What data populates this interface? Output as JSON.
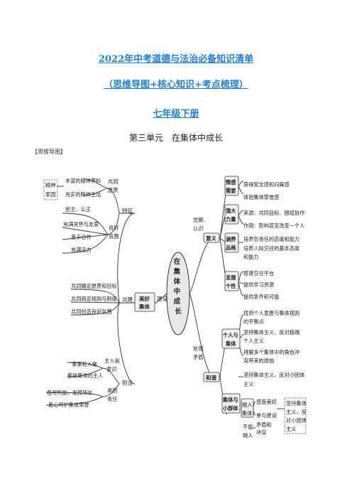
{
  "header": {
    "title_line1": "2022年中考道德与法治必备知识清单",
    "title_line2": "（思维导图+核心知识+考点梳理）",
    "grade": "七年级下册",
    "unit": "第三单元　在集体中成长",
    "section_label": "【思维导图】"
  },
  "mindmap": {
    "center": "在集体中成长",
    "left": {
      "spirit_box": [
        "精神",
        "家园"
      ],
      "spirit_items": [
        "丰富的精神养料",
        "充实的精神生活"
      ],
      "vision": [
        "共同",
        "愿景"
      ],
      "good_atmosphere": [
        "良好",
        "氛围"
      ],
      "atmosphere_items": [
        "民主、公正",
        "充满关怀与友爱",
        "善于合作",
        "充满活力"
      ],
      "feature": "特征",
      "build_items": [
        "共同确定愿景和目标",
        "共同商定规则与制度",
        "共同创造良好氛围"
      ],
      "build": "共建",
      "beautiful_group": [
        "美好",
        "集体"
      ],
      "construct": "建设",
      "master": [
        "主人翁",
        "意识"
      ],
      "master_items": [
        "事事有人做",
        "都是集体的主人"
      ],
      "responsibility": [
        "承担",
        "责任"
      ],
      "responsibility_items": [
        "各尽所能，发挥所长",
        "悉心呵护集体荣誉"
      ],
      "undertake": "担当"
    },
    "right": {
      "understand": [
        "觉察、",
        "认识"
      ],
      "meaning": "意义",
      "emotion": [
        "情感",
        "需要"
      ],
      "emotion_items": [
        "获得安全感和归属感",
        "体验集体荣誉感"
      ],
      "power": [
        "强大",
        "力量"
      ],
      "power_items": [
        "来源：共同目标、团结协作",
        "作用：影响甚至改变一个人"
      ],
      "nurture": [
        "涵养",
        "品格"
      ],
      "nurture_items": [
        "培养负责任的态度和能力",
        "培养人际交往的基本态度",
        "和能力"
      ],
      "develop": [
        "发展",
        "个性"
      ],
      "develop_items": [
        "搭建交往平台",
        "提供学习资源",
        "提供条件和可能"
      ],
      "handle": [
        "处理",
        "矛盾"
      ],
      "harmony": "和谐",
      "individual": [
        "个人与",
        "集体"
      ],
      "individual_items": [
        "找到个人意愿与集体规则",
        "的平衡点",
        "坚持集体主义，反对极端",
        "个人主义",
        "排解多个集体中的角色冲",
        "突带来的烦恼"
      ],
      "collective_items": [
        "坚持集体主义，反对小团体",
        "主义"
      ],
      "collective_small": [
        "集体与",
        "小群体"
      ],
      "integrate": [
        "融入",
        "集体"
      ],
      "integrate_items": [
        "感受美好",
        "参与建设"
      ],
      "dashed_note": [
        "坚持集体",
        "主义，反",
        "对小团体",
        "主义"
      ],
      "not_integrate": [
        "不能",
        "融入"
      ],
      "not_items": [
        "矛盾和",
        "冲突"
      ]
    }
  }
}
